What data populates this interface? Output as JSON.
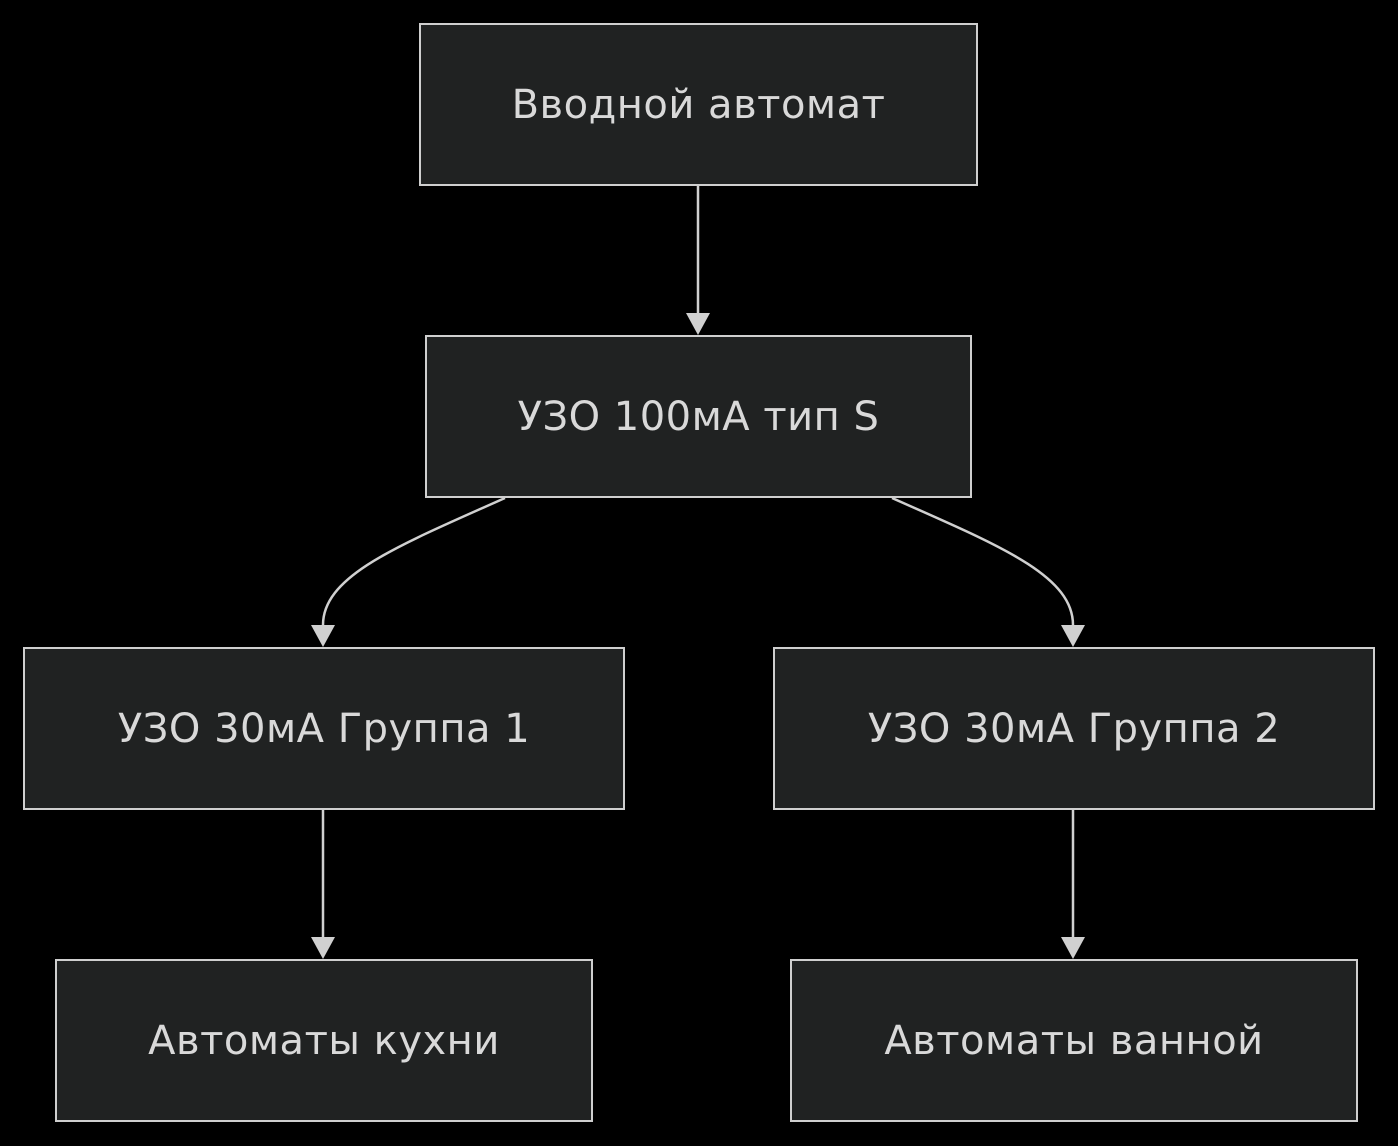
{
  "diagram": {
    "colors": {
      "background": "#000000",
      "node_fill": "#202222",
      "node_stroke": "#cfcfcf",
      "text": "#d9d9d9",
      "edge": "#d0d0d0"
    },
    "nodes": {
      "input_breaker": {
        "label": "Вводной автомат"
      },
      "rcd_100ma": {
        "label": "УЗО 100мА тип S"
      },
      "rcd_30ma_group1": {
        "label": "УЗО 30мА Группа 1"
      },
      "rcd_30ma_group2": {
        "label": "УЗО 30мА Группа 2"
      },
      "kitchen_breakers": {
        "label": "Автоматы кухни"
      },
      "bathroom_breakers": {
        "label": "Автоматы ванной"
      }
    },
    "edges": [
      {
        "from": "input_breaker",
        "to": "rcd_100ma"
      },
      {
        "from": "rcd_100ma",
        "to": "rcd_30ma_group1"
      },
      {
        "from": "rcd_100ma",
        "to": "rcd_30ma_group2"
      },
      {
        "from": "rcd_30ma_group1",
        "to": "kitchen_breakers"
      },
      {
        "from": "rcd_30ma_group2",
        "to": "bathroom_breakers"
      }
    ]
  }
}
